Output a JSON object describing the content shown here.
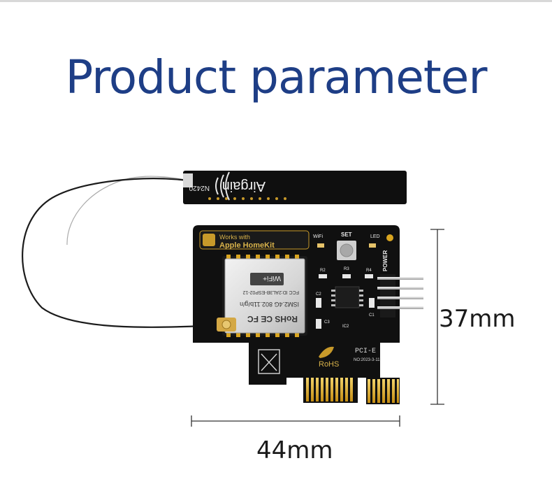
{
  "heading": {
    "title": "Product parameter"
  },
  "dimensions": {
    "height_label": "37mm",
    "width_label": "44mm"
  },
  "antenna": {
    "brand": "Airgain",
    "model": "N2420"
  },
  "board": {
    "badge_line1": "Works with",
    "badge_line2": "Apple HomeKit",
    "wifi_label": "WiFi",
    "set_label": "SET",
    "led_label": "LED",
    "power_label": "POWER",
    "module_marks": "RoHS CE FC",
    "module_line1": "ISM2.4G 802.11b/g/n",
    "module_line2": "FCC ID:2AL3B-ESP02-12",
    "module_brand": "WiFi+",
    "rohs_label": "RoHS",
    "slot_label": "PCI-E",
    "date_label": "NO:2023-3-11",
    "r2": "R2",
    "r3": "R3",
    "r4": "R4",
    "c1": "C1",
    "c2": "C2",
    "c3": "C3",
    "ic2": "IC2"
  },
  "colors": {
    "title": "#1e3e86",
    "board": "#111111",
    "gold": "#d9a520"
  }
}
